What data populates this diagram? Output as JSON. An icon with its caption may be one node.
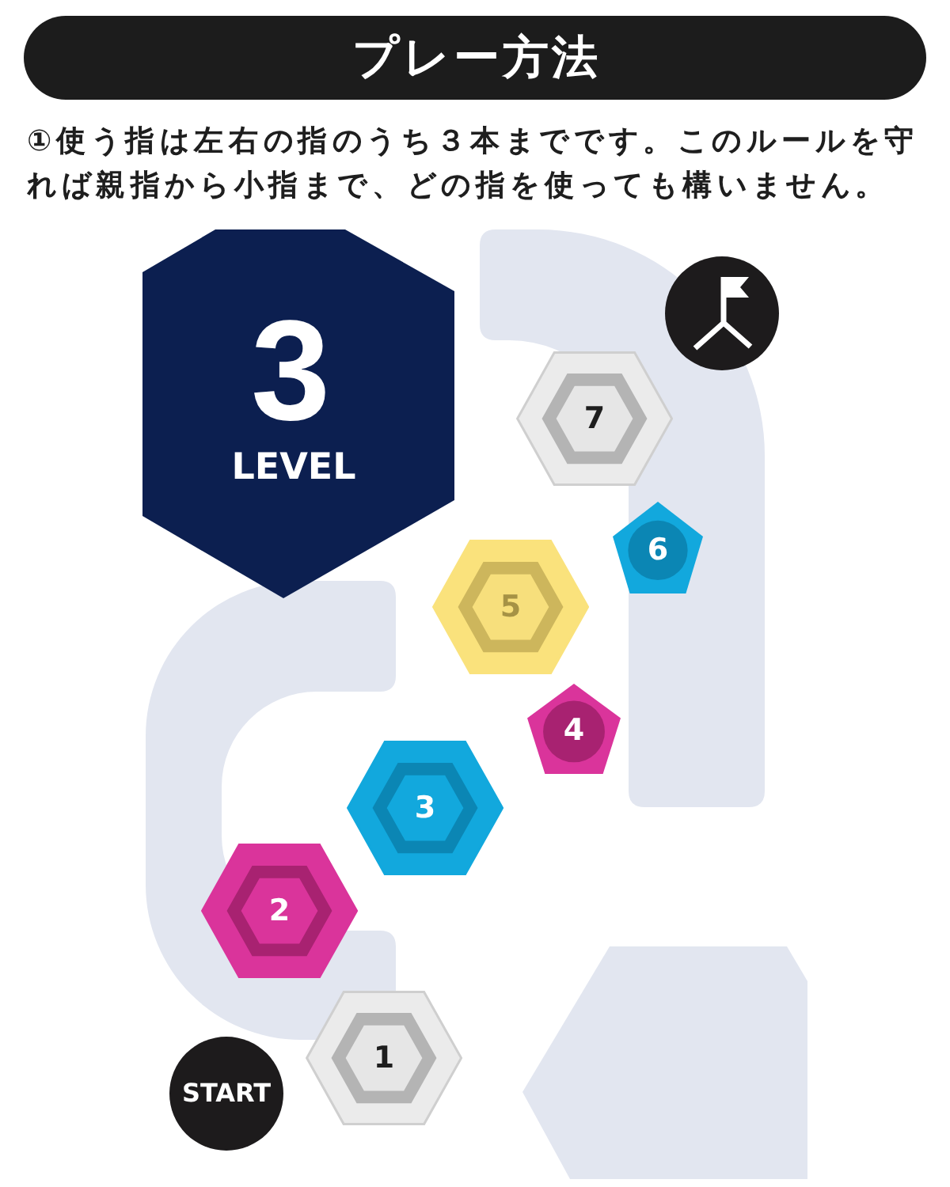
{
  "diagram": {
    "title": "プレー方法",
    "nodes": [
      {
        "text": [
          "3",
          "LEVEL"
        ]
      },
      {
        "text": [],
        "shape": "circle"
      },
      {
        "text": [
          "7"
        ]
      },
      {
        "text": [
          "6"
        ]
      },
      {
        "text": [
          "5"
        ]
      },
      {
        "text": [
          "4"
        ]
      },
      {
        "text": [
          "3"
        ]
      },
      {
        "text": [
          "2"
        ]
      },
      {
        "text": [
          "1"
        ]
      },
      {
        "text": [
          "START"
        ]
      }
    ],
    "labels": [
      "①使う指は左右の指のうち３本までです。このルールを守れば親指から小指まで、どの指を使っても構いません。"
    ]
  }
}
